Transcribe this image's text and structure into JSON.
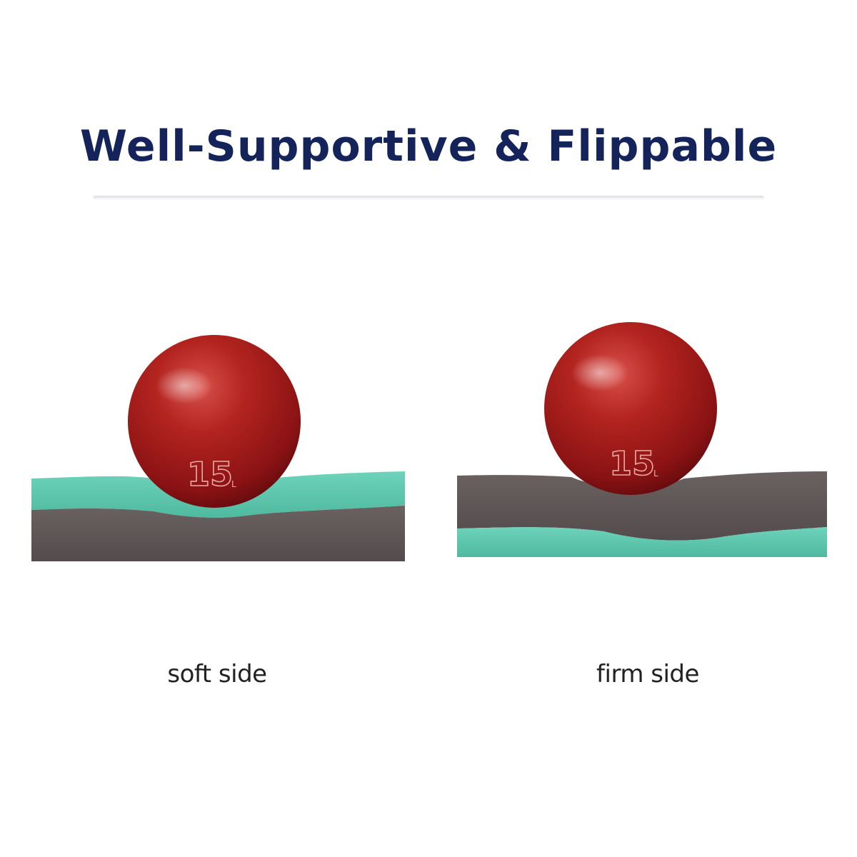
{
  "header": {
    "title": "Well-Supportive & Flippable"
  },
  "colors": {
    "title": "#14235a",
    "foam_soft": "#5fc9b0",
    "foam_firm": "#5e5555",
    "ball": "#a3171c"
  },
  "panels": [
    {
      "caption": "soft side",
      "ball_label": "15"
    },
    {
      "caption": "firm side",
      "ball_label": "15"
    }
  ]
}
